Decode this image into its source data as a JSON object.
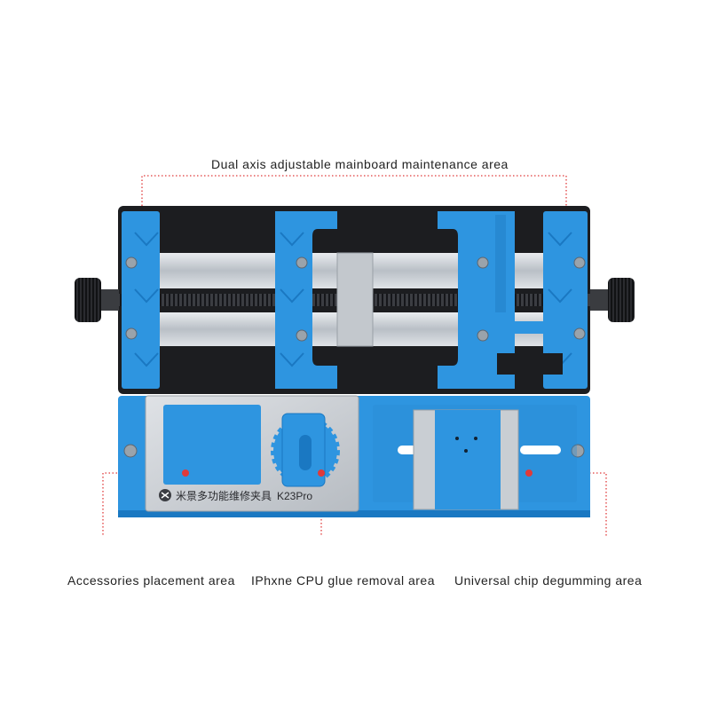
{
  "labels": {
    "top": "Dual axis adjustable mainboard maintenance area",
    "accessories": "Accessories placement area",
    "cpu": "IPhxne CPU glue removal area",
    "universal": "Universal chip degumming area"
  },
  "plate_marking": {
    "chinese": "米景多功能维修夹具",
    "model": "K23Pro"
  },
  "colors": {
    "blue": "#2e95e0",
    "blue_dark": "#1a78c2",
    "base": "#1c1d20",
    "steel": "#c8cdd2",
    "leader": "#e03a3a"
  }
}
